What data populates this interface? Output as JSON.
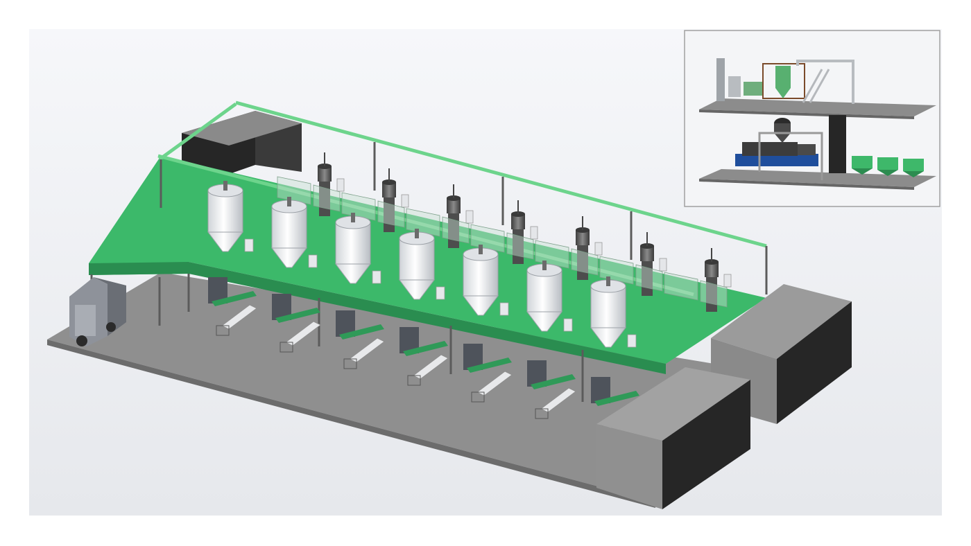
{
  "scene": {
    "colors": {
      "background_top": "#f2f4f8",
      "background_bottom": "#e4e7ec",
      "floor": "#8c8c8c",
      "floor_edge": "#6f6f6f",
      "platform_green": "#3cb96a",
      "platform_green_dark": "#2a8d50",
      "pipe_green": "#6dd48c",
      "wall_dark": "#262626",
      "wall_grey": "#9a9a9a",
      "tank_silver": "#e9ebee",
      "hopper_dark": "#5a5a5a",
      "conveyor_blue": "#1f4e9c",
      "inset_border": "#9a9a9a"
    },
    "layout_counts": {
      "front_mixing_tanks": 7,
      "rear_hopper_units": 7,
      "bagging_lines": 7
    },
    "icons": {
      "forklift": "forklift-icon",
      "mixing_tank": "mixing-tank-icon",
      "dryer_hopper": "dryer-hopper-icon",
      "bagging_machine": "bagging-machine-icon",
      "storage_bin": "storage-bin-icon",
      "extruder": "extruder-icon"
    }
  }
}
